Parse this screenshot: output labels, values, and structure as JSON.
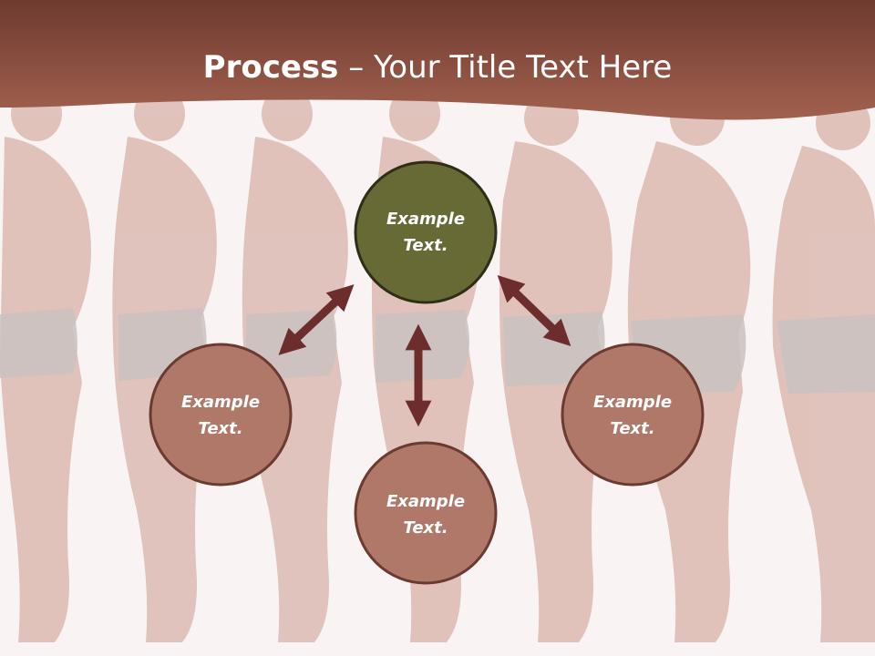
{
  "title": {
    "bold": "Process",
    "dash": " – ",
    "rest": "Your Title Text Here"
  },
  "nodes": [
    {
      "id": "top",
      "line1": "Example",
      "line2": "Text.",
      "fill": "#676a35",
      "stroke": "#2e2e17"
    },
    {
      "id": "left",
      "line1": "Example",
      "line2": "Text.",
      "fill": "#b07868",
      "stroke": "#6b3a30"
    },
    {
      "id": "bottom",
      "line1": "Example",
      "line2": "Text.",
      "fill": "#b07868",
      "stroke": "#6b3a30"
    },
    {
      "id": "right",
      "line1": "Example",
      "line2": "Text.",
      "fill": "#b07868",
      "stroke": "#6b3a30"
    }
  ],
  "colors": {
    "header": "#93564a",
    "arrow": "#6e2d2d",
    "figure": "#d9b3ab"
  }
}
